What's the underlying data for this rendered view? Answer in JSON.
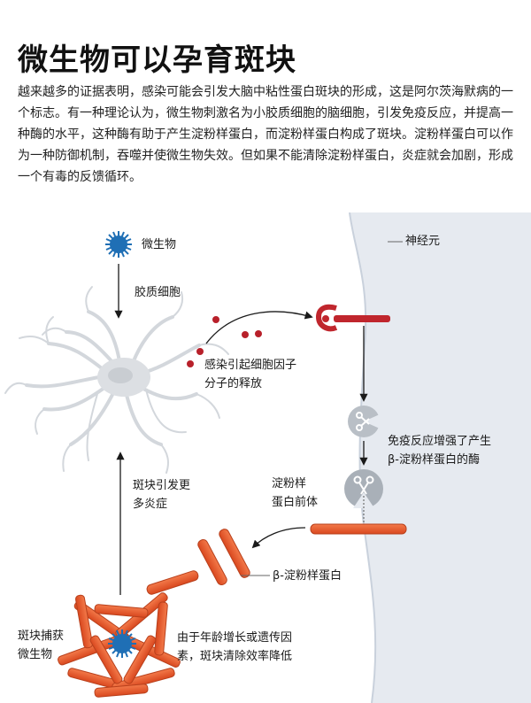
{
  "title": "微生物可以孕育斑块",
  "intro": "越来越多的证据表明，感染可能会引发大脑中粘性蛋白斑块的形成，这是阿尔茨海默病的一个标志。有一种理论认为，微生物刺激名为小胶质细胞的脑细胞，引发免疫反应，并提高一种酶的水平，这种酶有助于产生淀粉样蛋白，而淀粉样蛋白构成了斑块。淀粉样蛋白可以作为一种防御机制，吞噬并使微生物失效。但如果不能清除淀粉样蛋白，炎症就会加剧，形成一个有毒的反馈循环。",
  "labels": {
    "microbe": "微生物",
    "neuron": "神经元",
    "microglia": "胶质细胞",
    "cytokine_line1": "感染引起细胞因子",
    "cytokine_line2": "分子的释放",
    "enzyme_line1": "免疫反应增强了产生",
    "enzyme_line2": "β-淀粉样蛋白的酶",
    "precursor_line1": "淀粉样",
    "precursor_line2": "蛋白前体",
    "beta_amyloid": "β-淀粉样蛋白",
    "inflammation_line1": "斑块引发更",
    "inflammation_line2": "多炎症",
    "capture_line1": "斑块捕获",
    "capture_line2": "微生物",
    "clearance_line1": "由于年龄增长或遗传因",
    "clearance_line2": "素，斑块清除效率降低"
  },
  "colors": {
    "microbe_blue": "#1f6fb5",
    "amyloid_orange": "#e8562a",
    "receptor_red": "#c0262d",
    "neuron_band": "#e3e8ef",
    "cell_gray": "#dcdfe3"
  },
  "icons": [
    "microbe-icon",
    "microglia-cell",
    "receptor-icon",
    "enzyme-scissors-icon",
    "amyloid-fibril",
    "plaque-cluster"
  ]
}
